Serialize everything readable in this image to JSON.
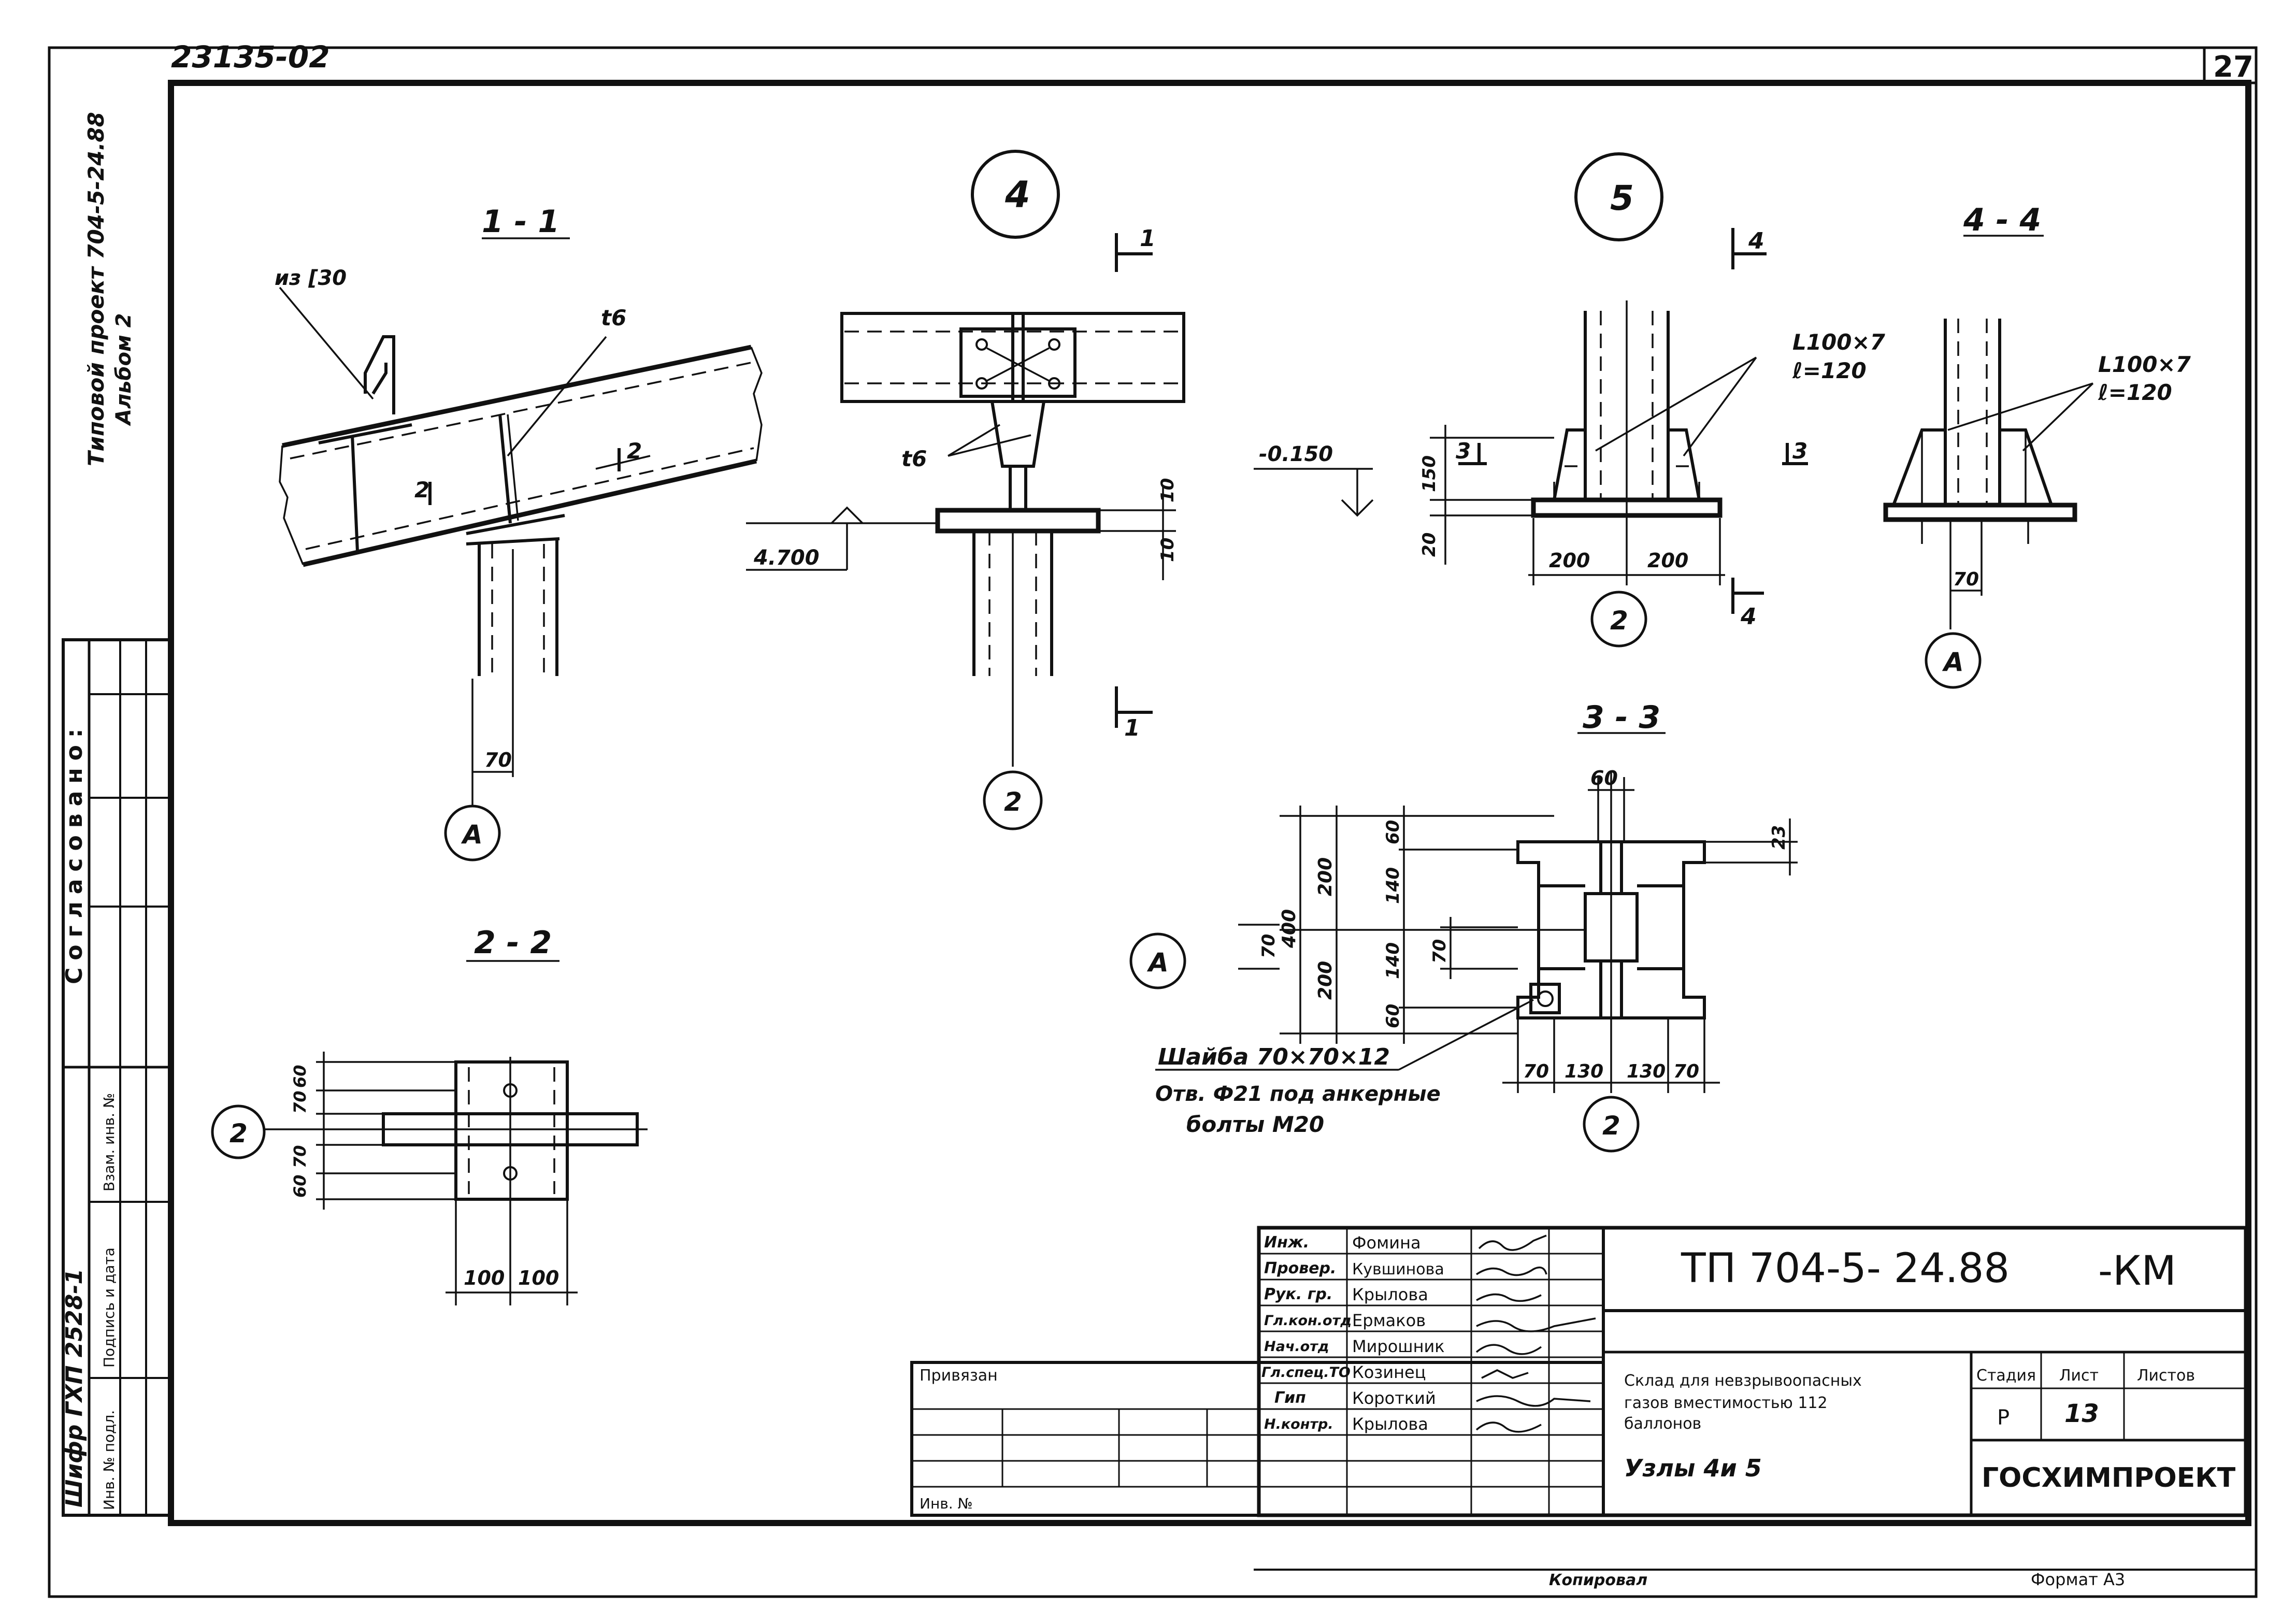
{
  "sheet": {
    "doc_id": "23135-02",
    "sheet_no": "27",
    "side_title_1": "Типовой проект 704-5-24.88",
    "side_title_2": "Альбом 2",
    "side_cipher": "Шифр ГХП 2528-1",
    "agreed": "Согласовано:",
    "side_cols": [
      "Инв. № подл.",
      "Подпись и дата",
      "Взам. инв. №"
    ],
    "copied": "Копировал",
    "format": "Формат А3"
  },
  "views": {
    "section_1_1": {
      "title": "1 - 1",
      "label_channel": "из [30",
      "label_t": "t6",
      "cut_left": "2",
      "cut_right": "2",
      "dim": "70",
      "axis": "А"
    },
    "node_4": {
      "title": "4",
      "cut_top": "1",
      "cut_bottom": "1",
      "label_t": "t6",
      "elev": "4.700",
      "dim_top": "10",
      "dim_bottom": "10",
      "axis": "2"
    },
    "node_5": {
      "title": "5",
      "cut_top": "4",
      "cut_bottom": "4",
      "angle_1": "L100×7",
      "angle_2": "ℓ=120",
      "elev": "-0.150",
      "cut_3_left": "3",
      "cut_3_right": "3",
      "dim_150": "150",
      "dim_20": "20",
      "dim_left": "200",
      "dim_right": "200",
      "axis": "2"
    },
    "section_4_4": {
      "title": "4 - 4",
      "angle_1": "L100×7",
      "angle_2": "ℓ=120",
      "dim": "70",
      "axis": "А"
    },
    "section_2_2": {
      "title": "2 - 2",
      "axis": "2",
      "dims_v": [
        "60",
        "70",
        "70",
        "60"
      ],
      "dims_h": [
        "100",
        "100"
      ]
    },
    "section_3_3": {
      "title": "3 - 3",
      "dim_top": "60",
      "dim_23": "23",
      "dims_left_outer": [
        "200",
        "200"
      ],
      "dim_400": "400",
      "dims_left_inner": [
        "60",
        "140",
        "140",
        "60"
      ],
      "dim_70_a": "70",
      "dim_70_b": "70",
      "dims_bottom": [
        "70",
        "130",
        "130",
        "70"
      ],
      "axis_left": "А",
      "axis_bottom": "2",
      "note_1": "Шайба 70×70×12",
      "note_2": "Отв. Ф21 под анкерные",
      "note_3": "болты М20"
    }
  },
  "title_block": {
    "roles": [
      "Инж.",
      "Провер.",
      "Рук. гр.",
      "Гл.кон.отд",
      "Нач.отд",
      "Гл.спец.ТО",
      "Гип",
      "Н.контр."
    ],
    "names": [
      "Фомина",
      "Кувшинова",
      "Крылова",
      "Ермаков",
      "Мирошник",
      "Козинец",
      "Короткий",
      "Крылова"
    ],
    "attached": "Привязан",
    "inv": "Инв. №",
    "code": "ТП 704-5- 24.88",
    "code_suffix": "-КМ",
    "desc_1": "Склад для невзрывоопасных",
    "desc_2": "газов вместимостью 112",
    "desc_3": "баллонов",
    "sheet_title": "Узлы 4и 5",
    "col_stage": "Стадия",
    "col_sheet": "Лист",
    "col_sheets": "Листов",
    "stage": "Р",
    "sheet": "13",
    "org": "ГОСХИМПРОЕКТ"
  }
}
